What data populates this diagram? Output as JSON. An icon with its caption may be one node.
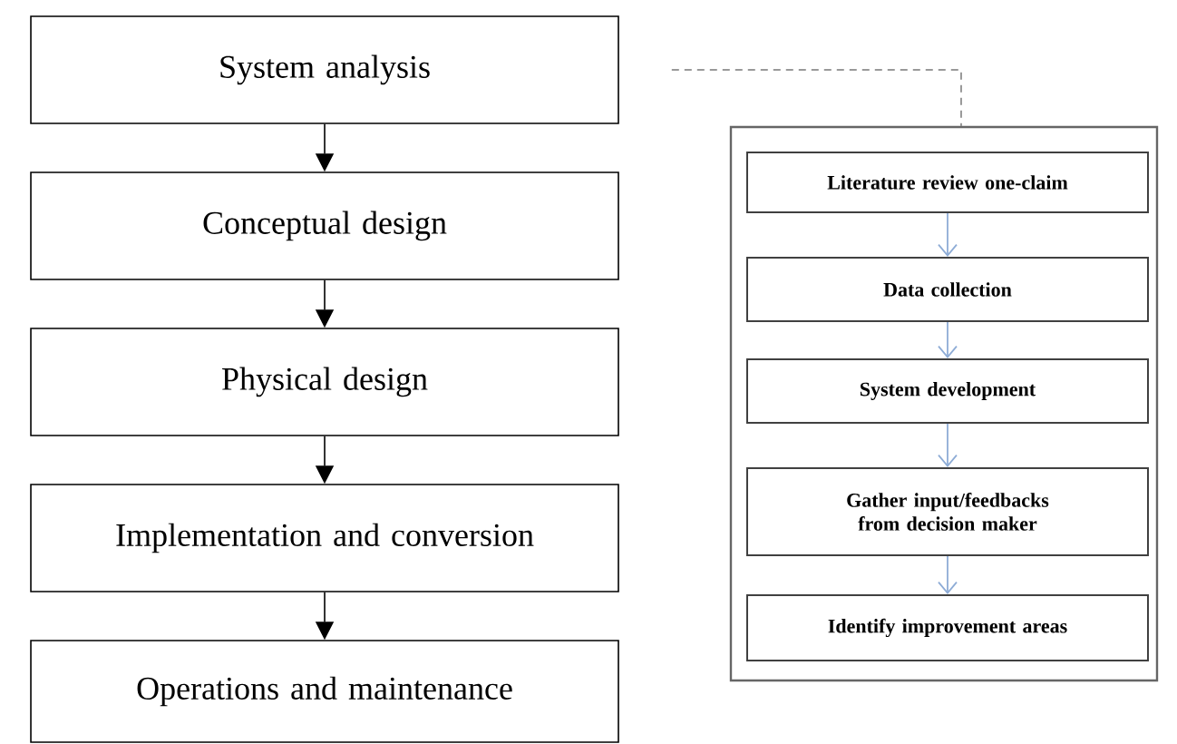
{
  "diagram": {
    "nodes": [
      {
        "text": [
          "System analysis"
        ]
      },
      {
        "text": [
          "Conceptual design"
        ]
      },
      {
        "text": [
          "Physical design"
        ]
      },
      {
        "text": [
          "Implementation and conversion"
        ]
      },
      {
        "text": [
          "Operations and maintenance"
        ]
      },
      {
        "text": [],
        "shape": "box"
      },
      {
        "text": [
          "Literature review one-claim"
        ],
        "in": 5
      },
      {
        "text": [
          "Data collection"
        ],
        "in": 5
      },
      {
        "text": [
          "System development"
        ],
        "in": 5
      },
      {
        "text": [
          "Gather input/feedbacks from decision maker"
        ],
        "in": 5
      },
      {
        "text": [
          "Identify improvement areas"
        ],
        "in": 5
      }
    ],
    "edges": [
      {
        "from": 0,
        "to": 1,
        "arrow": "to"
      },
      {
        "from": 1,
        "to": 2,
        "arrow": "to"
      },
      {
        "from": 2,
        "to": 3,
        "arrow": "to"
      },
      {
        "from": 3,
        "to": 4,
        "arrow": "to"
      },
      {
        "from": 0,
        "to": 5,
        "arrow": "none",
        "style": "dashed"
      },
      {
        "from": 6,
        "to": 7,
        "arrow": "to",
        "color": "#8eacd6"
      },
      {
        "from": 7,
        "to": 8,
        "arrow": "to",
        "color": "#8eacd6"
      },
      {
        "from": 8,
        "to": 9,
        "arrow": "to",
        "color": "#8eacd6"
      },
      {
        "from": 9,
        "to": 10,
        "arrow": "to",
        "color": "#8eacd6"
      }
    ]
  }
}
